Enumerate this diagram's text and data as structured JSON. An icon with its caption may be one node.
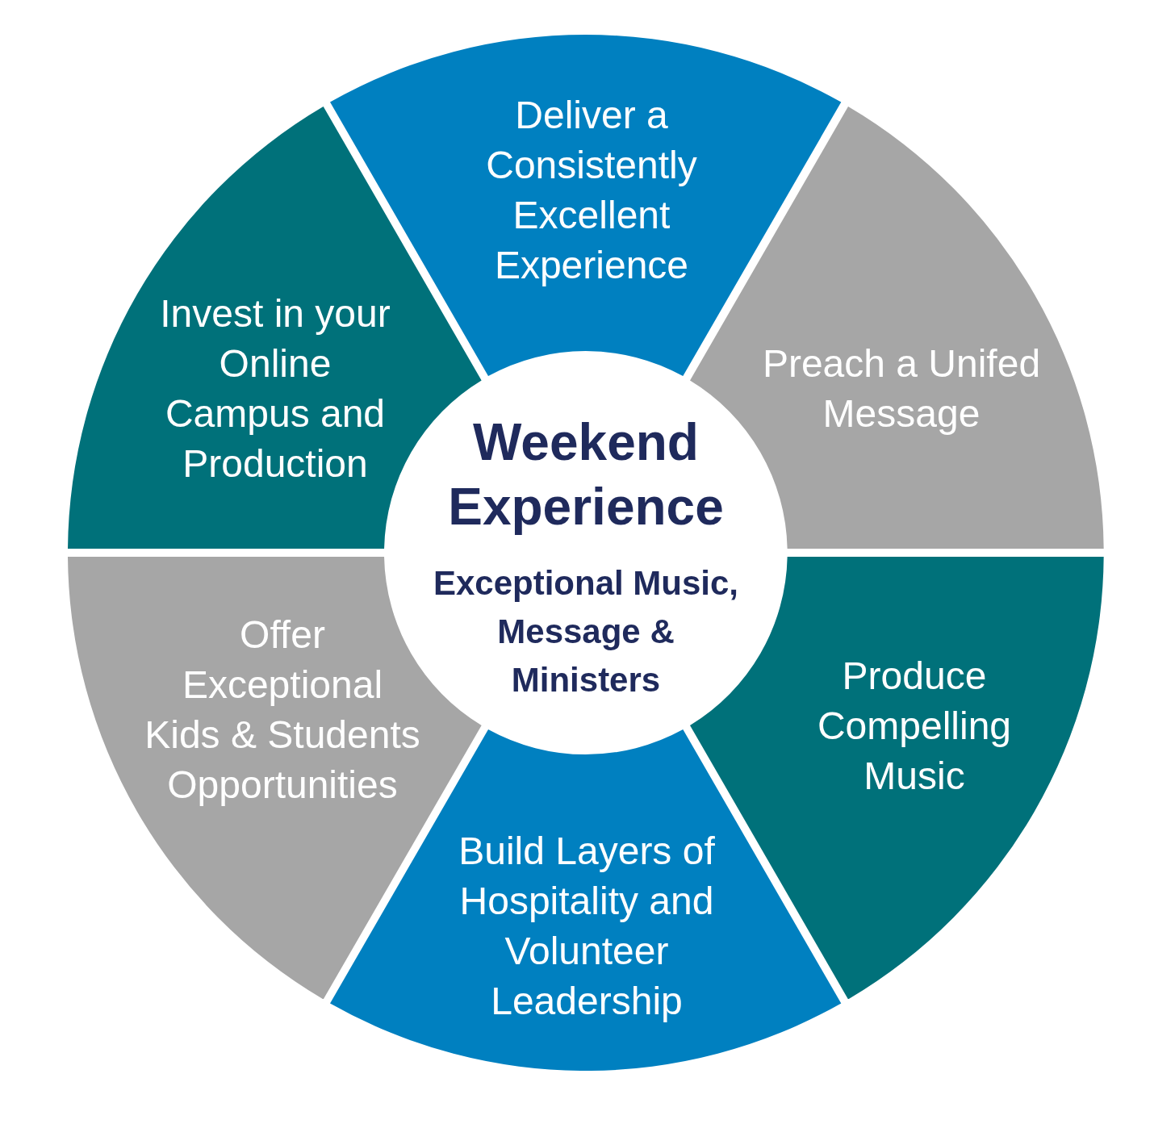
{
  "diagram": {
    "nodes": [
      {
        "text": [
          "Weekend Experience",
          "Exceptional Music, Message & Ministers"
        ]
      },
      {
        "text": [
          "Deliver a Consistently Excellent Experience"
        ]
      },
      {
        "text": [
          "Preach a Unifed Message"
        ]
      },
      {
        "text": [
          "Produce Compelling Music"
        ]
      },
      {
        "text": [
          "Build Layers of Hospitality and Volunteer Leadership"
        ]
      },
      {
        "text": [
          "Offer Exceptional Kids & Students Opportunities"
        ]
      },
      {
        "text": [
          "Invest in your Online Campus and Production"
        ]
      }
    ]
  }
}
